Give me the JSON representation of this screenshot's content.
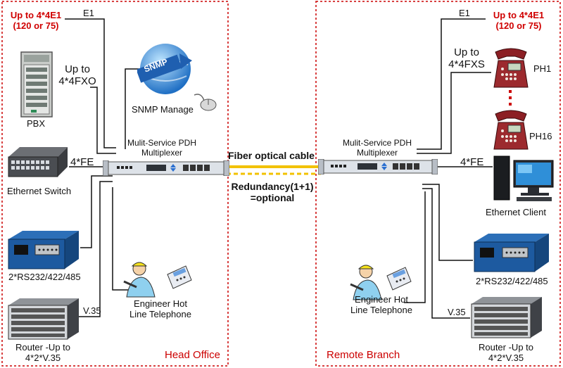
{
  "head_office": {
    "region_label": "Head Office",
    "e1_label": "E1",
    "e1_capacity": [
      "Up to 4*4E1",
      "(120 or 75)"
    ],
    "fxo_label": [
      "Up to",
      "4*4FXO"
    ],
    "pbx_label": "PBX",
    "snmp_label": "SNMP Manage",
    "snmp_logo_text": "SNMP",
    "mux_label": [
      "Mulit-Service PDH",
      "Multiplexer"
    ],
    "fe_label": "4*FE",
    "switch_label": "Ethernet Switch",
    "serial_label": "2*RS232/422/485",
    "v35_label": "V.35",
    "router_label": [
      "Router -Up to",
      "4*2*V.35"
    ],
    "engineer_label": [
      "Engineer Hot",
      "Line Telephone"
    ]
  },
  "link": {
    "fiber_label": "Fiber optical cable",
    "redundancy_label": [
      "Redundancy(1+1)",
      "=optional"
    ]
  },
  "remote_branch": {
    "region_label": "Remote Branch",
    "e1_label": "E1",
    "e1_capacity": [
      "Up to 4*4E1",
      "(120 or 75)"
    ],
    "fxs_label": [
      "Up to",
      "4*4FXS"
    ],
    "phone1_label": "PH1",
    "phone16_label": "PH16",
    "mux_label": [
      "Mulit-Service PDH",
      "Multiplexer"
    ],
    "fe_label": "4*FE",
    "client_label": "Ethernet Client",
    "serial_label": "2*RS232/422/485",
    "v35_label": "V.35",
    "router_label": [
      "Router -Up to",
      "4*2*V.35"
    ],
    "engineer_label": [
      "Engineer Hot",
      "Line Telephone"
    ]
  },
  "colors": {
    "region_border": "#cc0000",
    "accent_red": "#d00000",
    "fiber": "#f2c200",
    "wire": "#111111"
  },
  "icons": [
    "pbx-cabinet-icon",
    "snmp-globe-icon",
    "mouse-icon",
    "multiplexer-icon",
    "ethernet-switch-icon",
    "serial-converter-icon",
    "router-chassis-icon",
    "engineer-phone-icon",
    "desk-phone-icon",
    "desktop-computer-icon"
  ]
}
